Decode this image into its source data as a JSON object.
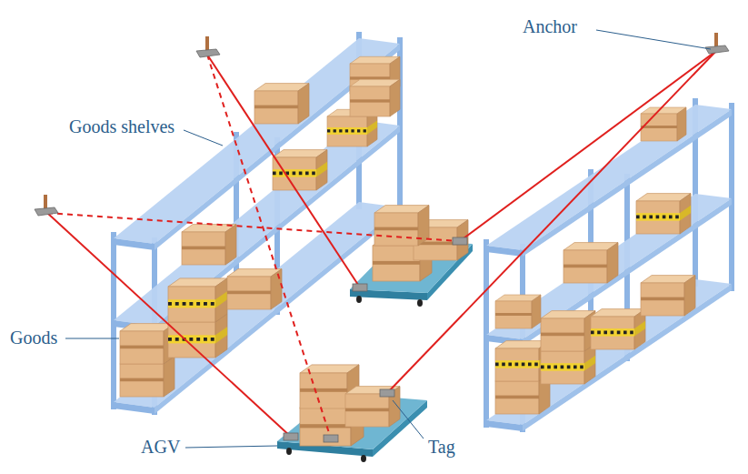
{
  "diagram": {
    "labels": [
      "Anchor",
      "Goods shelves",
      "Goods",
      "AGV",
      "Tag"
    ]
  }
}
